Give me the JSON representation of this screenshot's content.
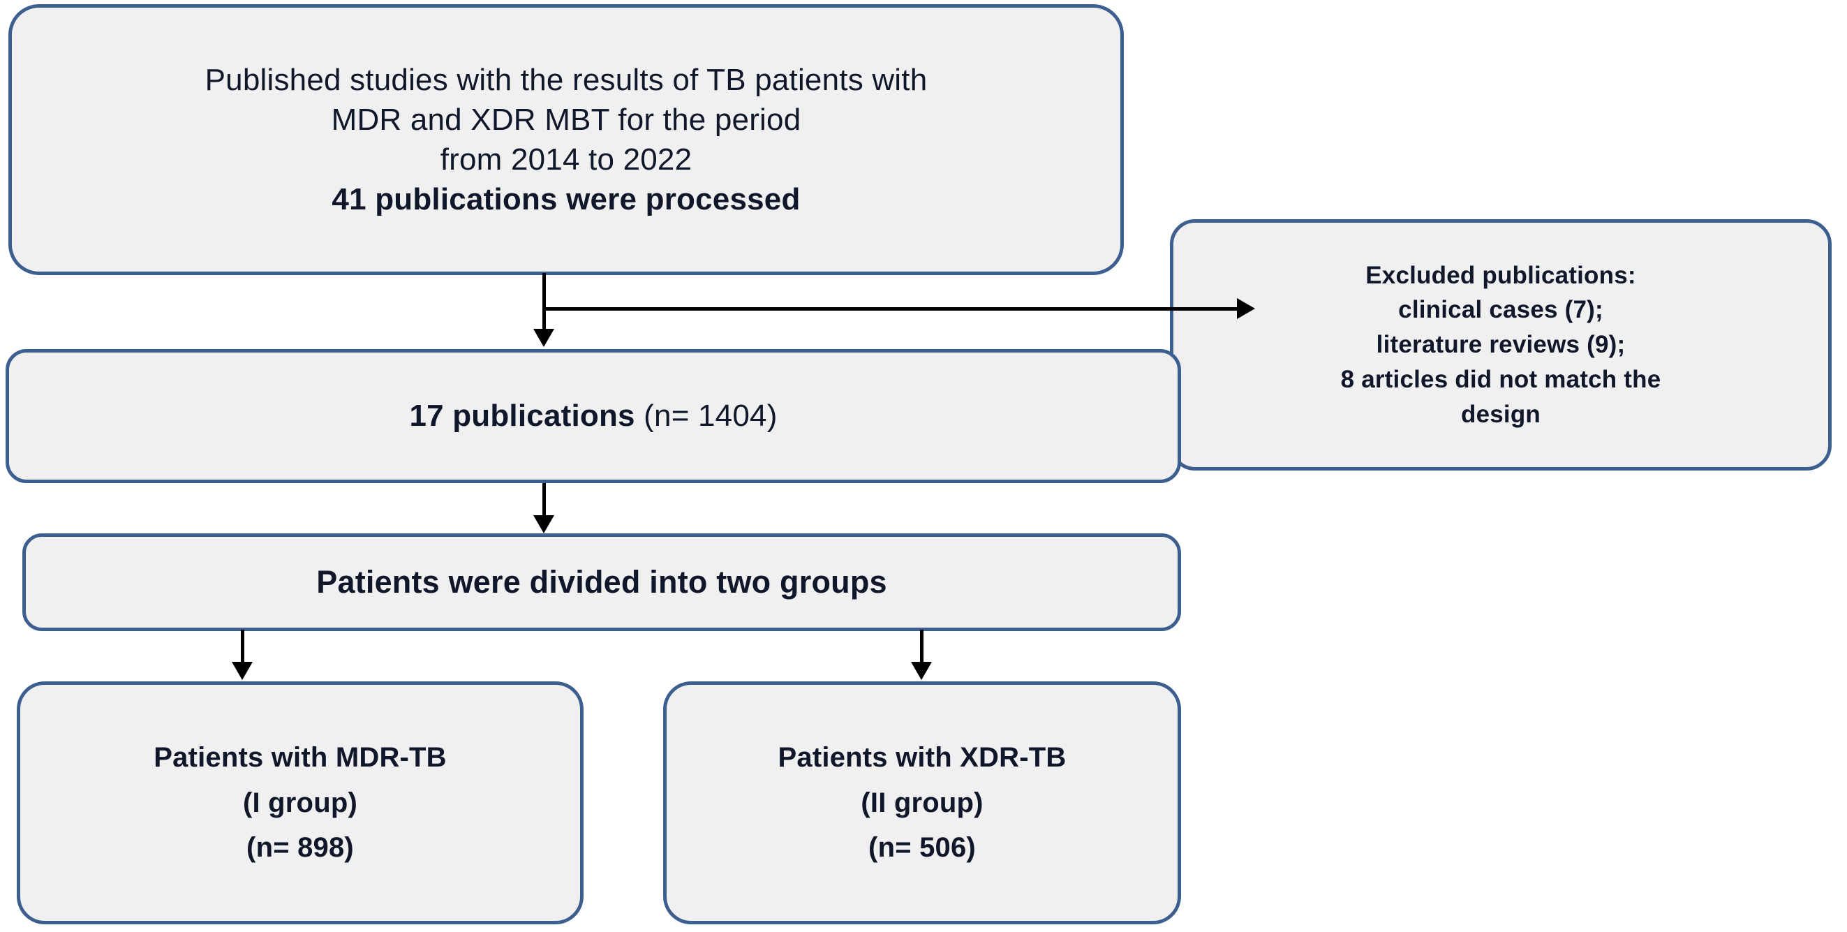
{
  "diagram": {
    "type": "flowchart",
    "title": "Study selection flow diagram",
    "colors": {
      "node_border": "#3d5f8f",
      "node_fill": "#f0f0f0",
      "text": "#10172b",
      "connector": "#000000",
      "page_background": "#ffffff"
    },
    "nodes": {
      "source": {
        "lines": [
          "Published studies with the results of TB patients with",
          "MDR and XDR MBT  for the period",
          "from 2014 to 2022",
          "41 publications were processed"
        ]
      },
      "excluded": {
        "lines": [
          "Excluded publications:",
          "clinical cases  (7);",
          "literature  reviews  (9);",
          "8 articles did not match the",
          "design"
        ]
      },
      "included": {
        "count_label": "17 publications",
        "n_label": "(n= 1404)"
      },
      "divided": {
        "label": "Patients were divided into two groups"
      },
      "mdr_group": {
        "lines": [
          "Patients with  MDR-TB",
          "(I group)",
          "(n= 898)"
        ]
      },
      "xdr_group": {
        "lines": [
          "Patients with  XDR-TB",
          "(II group)",
          "(n= 506)"
        ]
      }
    }
  }
}
